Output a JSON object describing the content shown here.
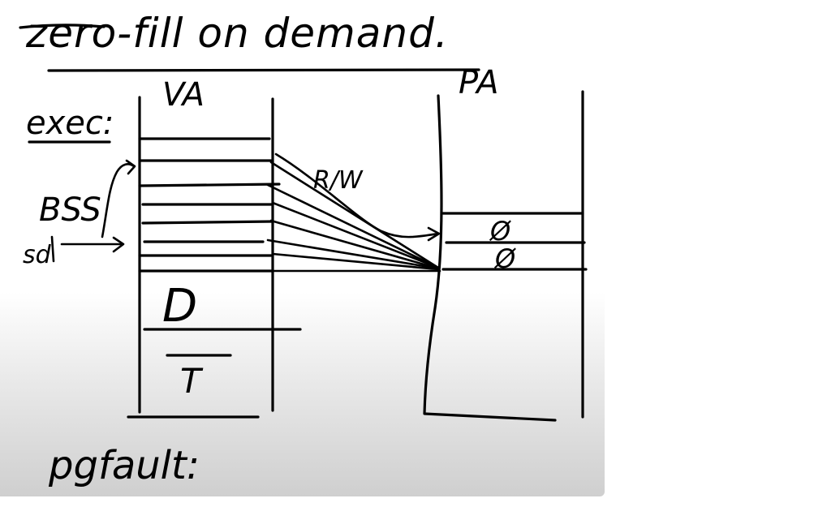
{
  "title": "zero-fill on demand.",
  "labels": {
    "va": "VA",
    "pa": "PA",
    "exec": "exec:",
    "bss": "BSS",
    "sd": "sd",
    "rw": "R/W",
    "data_segment": "D",
    "text_segment": "T",
    "zero_1": "Ø",
    "zero_2": "Ø",
    "pgfault": "pgfault:"
  },
  "ink_color": "#000000",
  "background_color": "#ffffff"
}
